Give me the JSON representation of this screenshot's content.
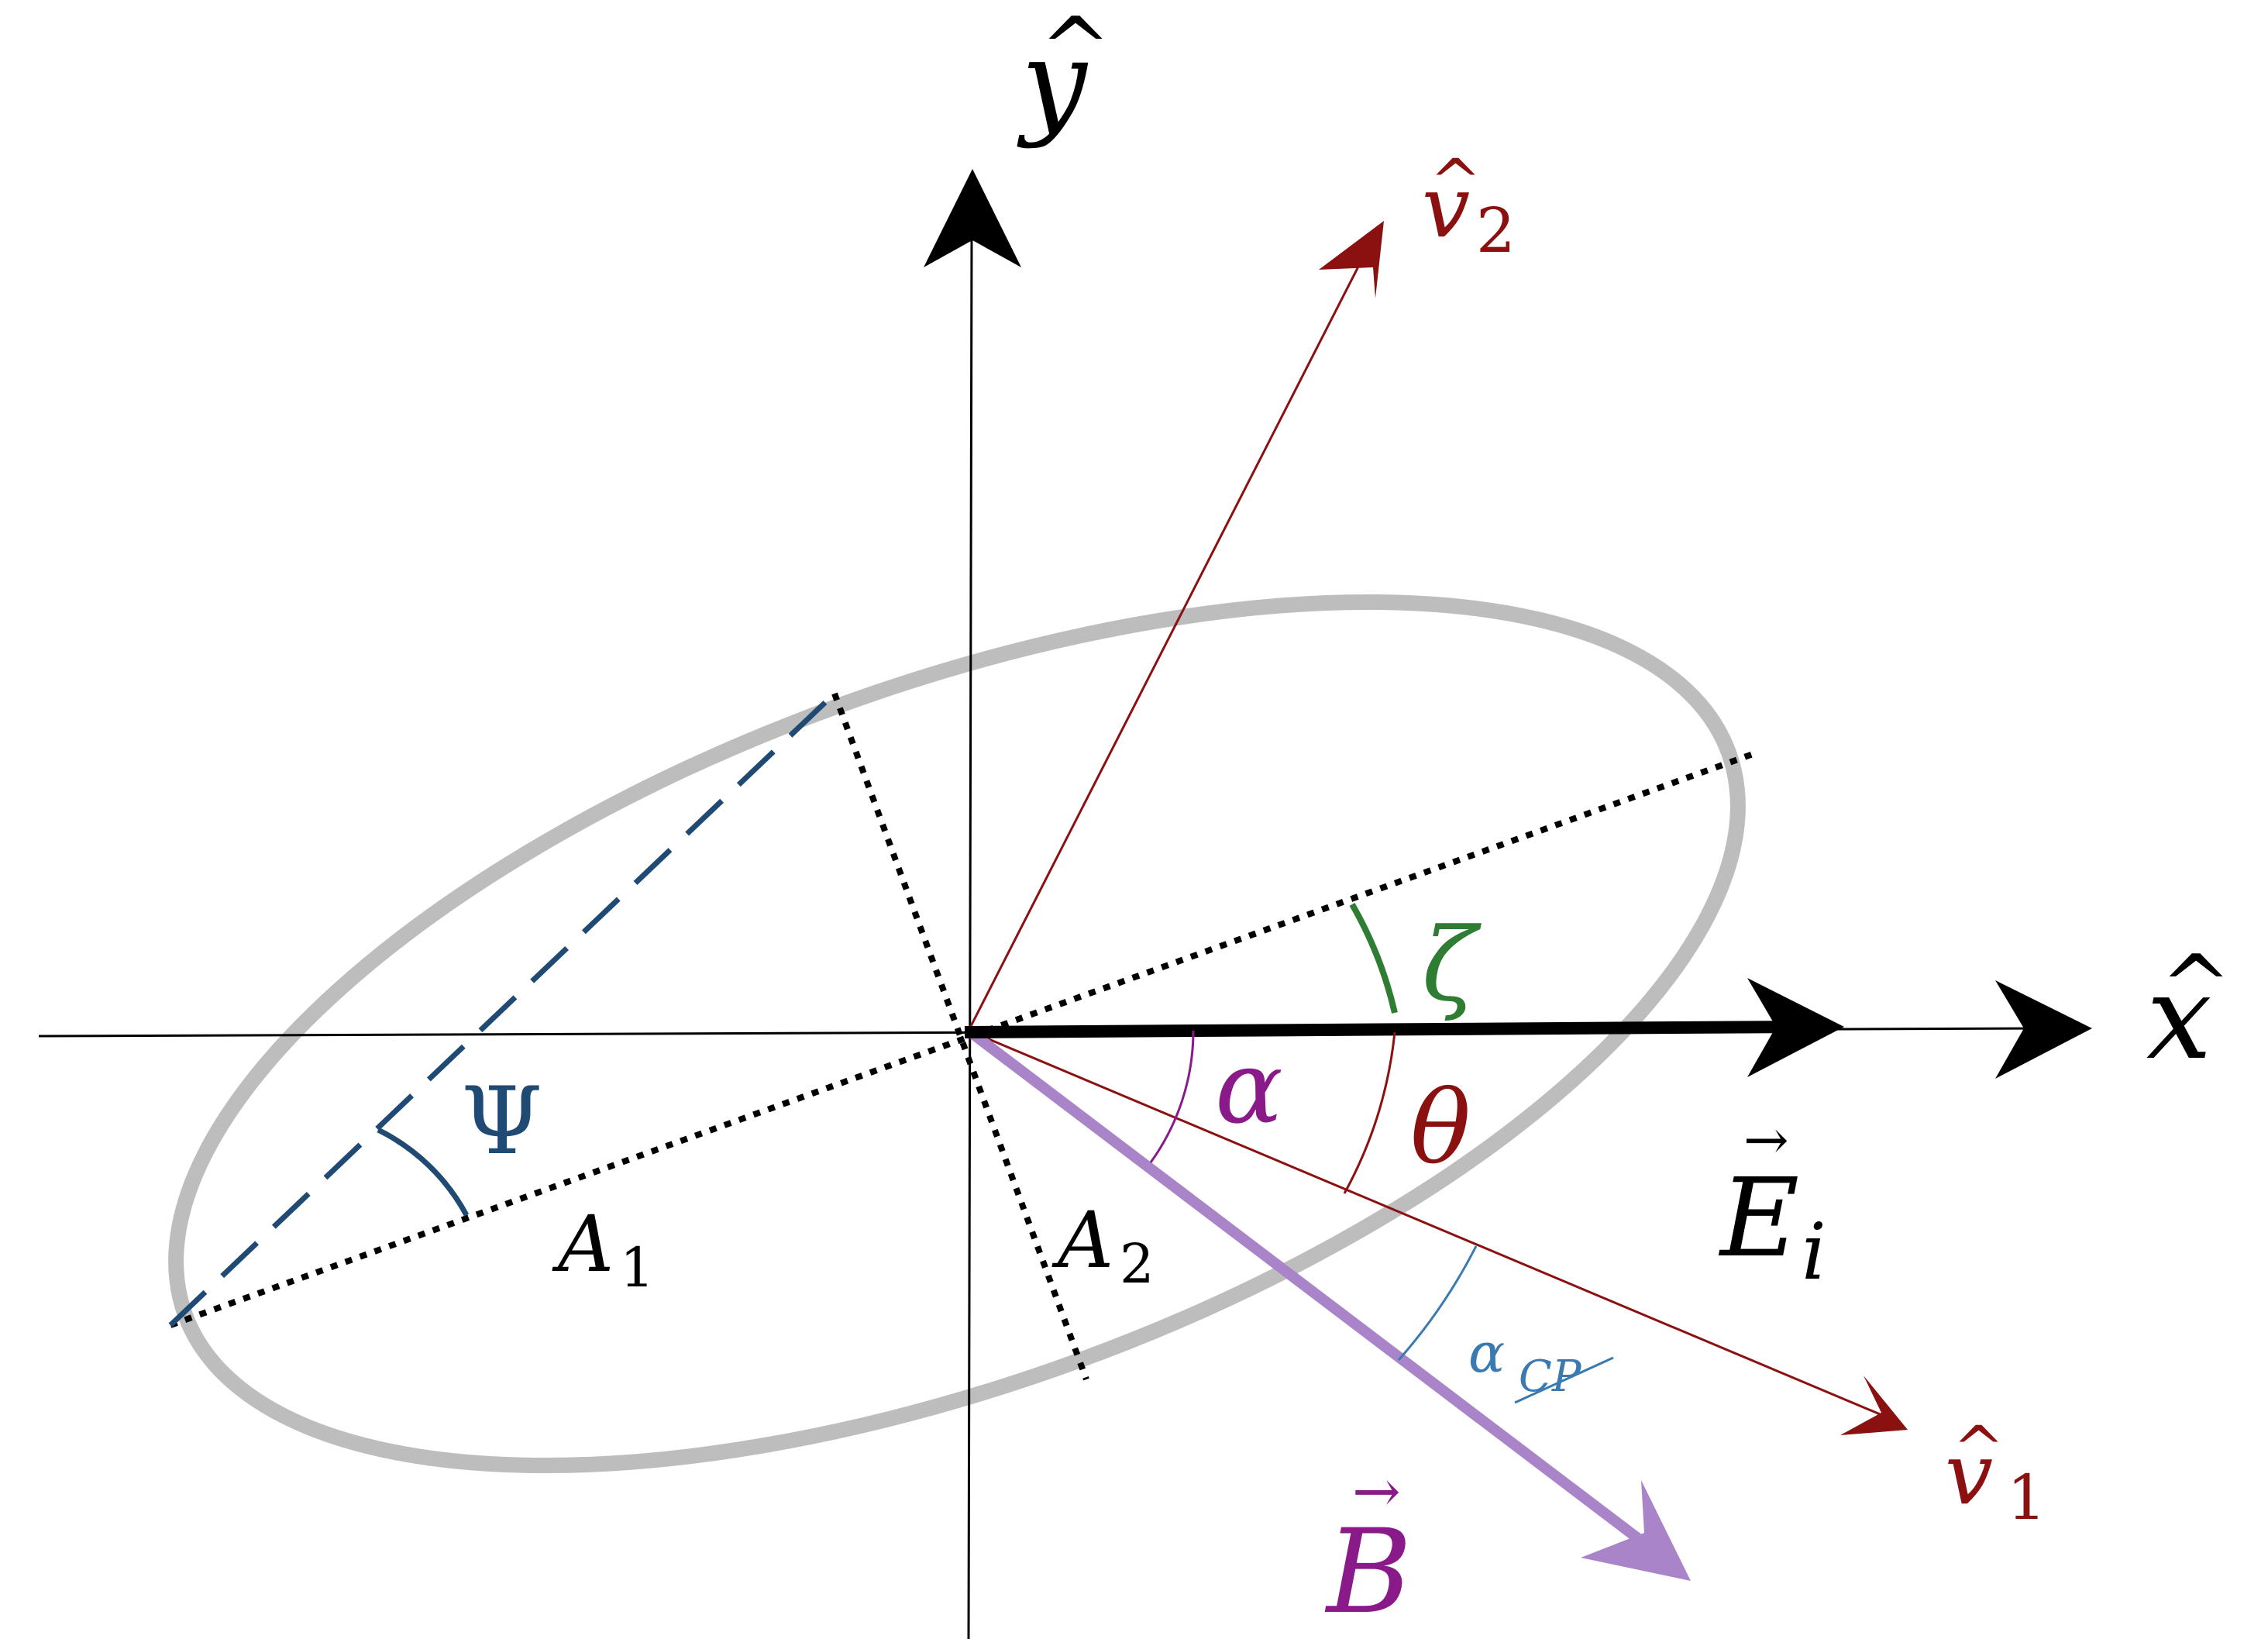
{
  "colors": {
    "axis": "#000000",
    "ellipse": "#bdbdbd",
    "v_vectors": "#8b1010",
    "b_arrow": "#a984c8",
    "b_label": "#8a1a8a",
    "e_arrow": "#000000",
    "psi": "#1f4a73",
    "zeta": "#2e7d32",
    "alpha": "#8a1a8a",
    "theta": "#8b1010",
    "alpha_cp": "#3a7ab0",
    "dotted": "#000000"
  },
  "labels": {
    "y_axis": {
      "base": "y",
      "accent": "^"
    },
    "x_axis": {
      "base": "x",
      "accent": "^"
    },
    "v2": {
      "base": "v",
      "accent": "^",
      "sub": "2"
    },
    "v1": {
      "base": "v",
      "accent": "^",
      "sub": "1"
    },
    "e_field": {
      "base": "E",
      "accent": "→",
      "sub": "i"
    },
    "b_field": {
      "base": "B",
      "accent": "→"
    },
    "psi": "Ψ",
    "zeta": "ζ",
    "alpha": "α",
    "theta": "θ",
    "alpha_cp": {
      "base": "α",
      "sub": "CP"
    },
    "a1": {
      "base": "A",
      "sub": "1"
    },
    "a2": {
      "base": "A",
      "sub": "2"
    }
  }
}
